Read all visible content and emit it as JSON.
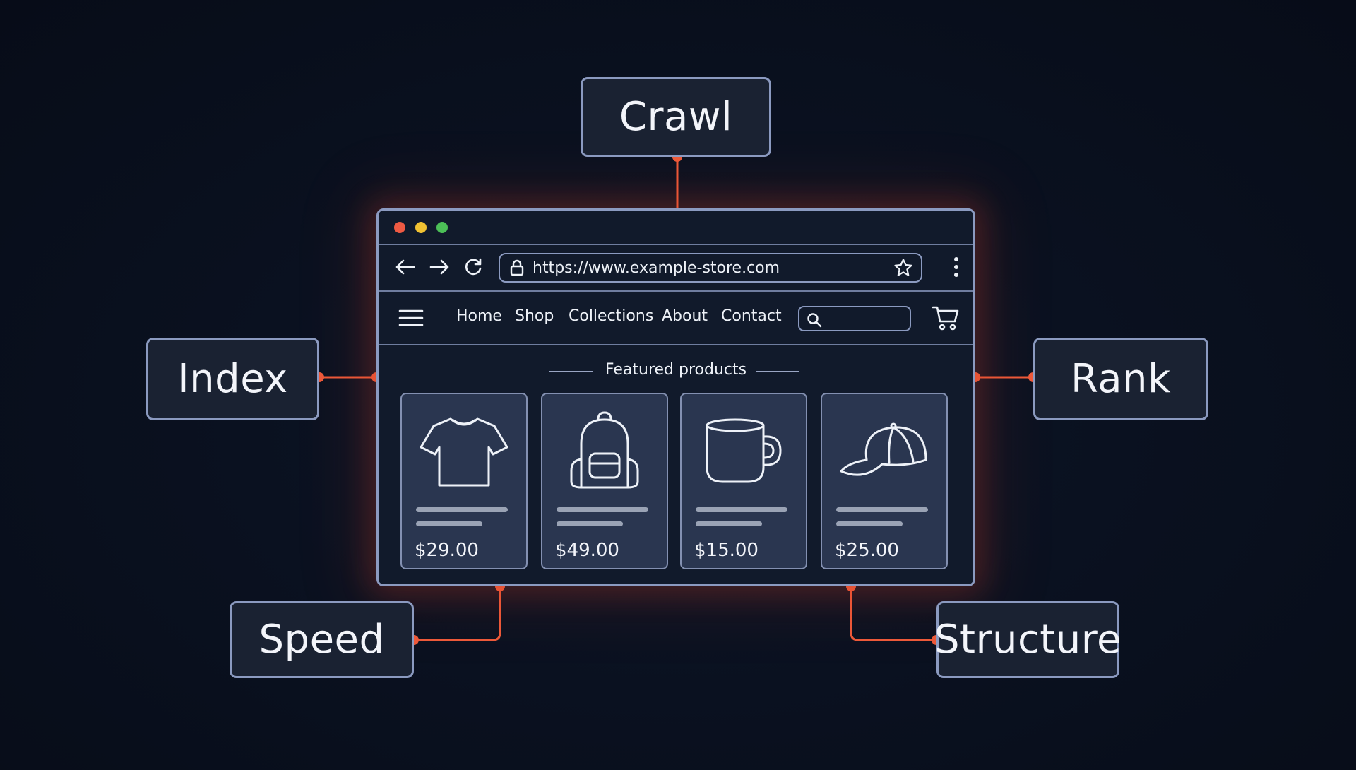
{
  "labels": {
    "crawl": "Crawl",
    "index": "Index",
    "rank": "Rank",
    "speed": "Speed",
    "structure": "Structure"
  },
  "browser": {
    "url": "https://www.example-store.com",
    "nav": [
      "Home",
      "Shop",
      "Collections",
      "About",
      "Contact"
    ],
    "section_title": "Featured products",
    "products": [
      {
        "icon": "t-shirt-icon",
        "price": "$29.00"
      },
      {
        "icon": "backpack-icon",
        "price": "$49.00"
      },
      {
        "icon": "mug-icon",
        "price": "$15.00"
      },
      {
        "icon": "cap-icon",
        "price": "$25.00"
      }
    ]
  },
  "colors": {
    "background": "#0a1120",
    "panel": "#1a2232",
    "border": "#8b9ac0",
    "accent": "#ee5a3a",
    "card": "#2a3650",
    "dot_red": "#ee5a43",
    "dot_yellow": "#f1c232",
    "dot_green": "#4cbf57"
  }
}
